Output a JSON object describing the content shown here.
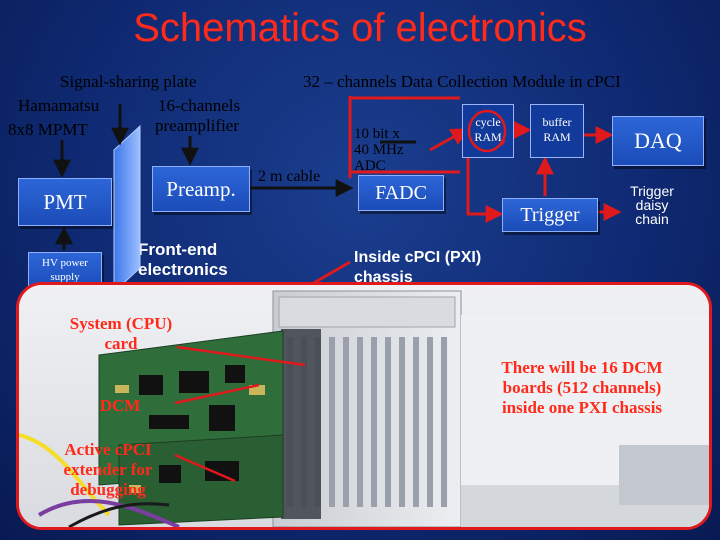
{
  "title": "Schematics of electronics",
  "left": {
    "plate_label": "Signal-sharing plate",
    "hamamatsu": "Hamamatsu",
    "channels16": "16-channels",
    "mpmt": "8x8 MPMT",
    "preamplifier": "preamplifier",
    "pmt": "PMT",
    "preamp": "Preamp.",
    "hv_line1": "HV power",
    "hv_line2": "supply",
    "frontend_line1": "Front-end",
    "frontend_line2": "electronics"
  },
  "dcm": {
    "module_title": "32 – channels Data Collection Module in cPCI",
    "cable": "2 m cable",
    "adc_line1": "10 bit x",
    "adc_line2": "40 MHz",
    "adc_line3": "ADC",
    "fadc": "FADC",
    "cycle_line1": "cycle",
    "cycle_line2": "RAM",
    "buffer_line1": "buffer",
    "buffer_line2": "RAM",
    "daq": "DAQ",
    "trigger": "Trigger",
    "daisy_line1": "Trigger",
    "daisy_line2": "daisy",
    "daisy_line3": "chain",
    "inside_line1": "Inside cPCI (PXI)",
    "inside_line2": "chassis"
  },
  "photo": {
    "system_line1": "System (CPU)",
    "system_line2": "card",
    "dcm_label": "DCM",
    "extender_line1": "Active cPCI",
    "extender_line2": "extender for",
    "extender_line3": "debugging",
    "note_line1": "There will be 16 DCM",
    "note_line2": "boards (512 channels)",
    "note_line3": "inside one PXI chassis"
  },
  "colors": {
    "title_red": "#ff2a1a",
    "background_blue": "#0f2a73",
    "box_blue": "#1b4cb8",
    "arrow_red": "#e0191c"
  }
}
